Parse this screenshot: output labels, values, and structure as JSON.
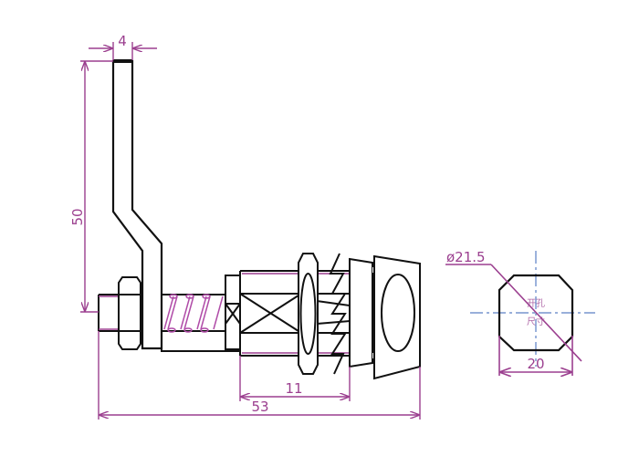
{
  "colors": {
    "outline": "#111111",
    "dimension": "#9b3f8f",
    "centerline": "#5b7fc4",
    "spring": "#b04ca8"
  },
  "dimensions": {
    "lever_width": "4",
    "lever_height": "50",
    "body_length": "11",
    "overall_length": "53",
    "cutout_diameter": "ø21.5",
    "cutout_width": "20"
  },
  "cutout_note": {
    "line1": "开孔",
    "line2": "尺寸"
  }
}
